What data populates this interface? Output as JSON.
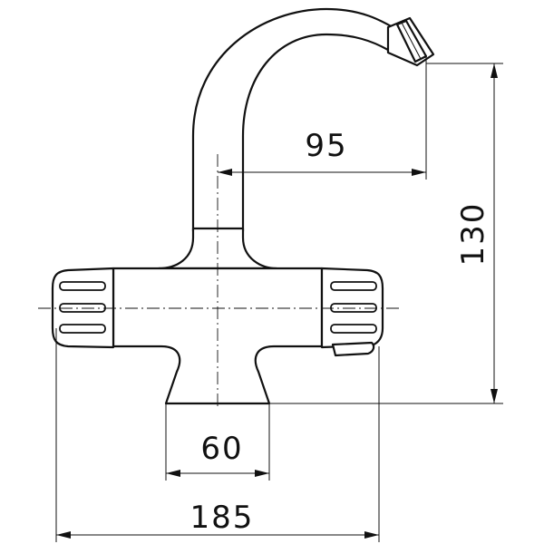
{
  "drawing": {
    "dimensions": {
      "spout_reach": "95",
      "height": "130",
      "base_width": "60",
      "overall_width": "185"
    }
  }
}
